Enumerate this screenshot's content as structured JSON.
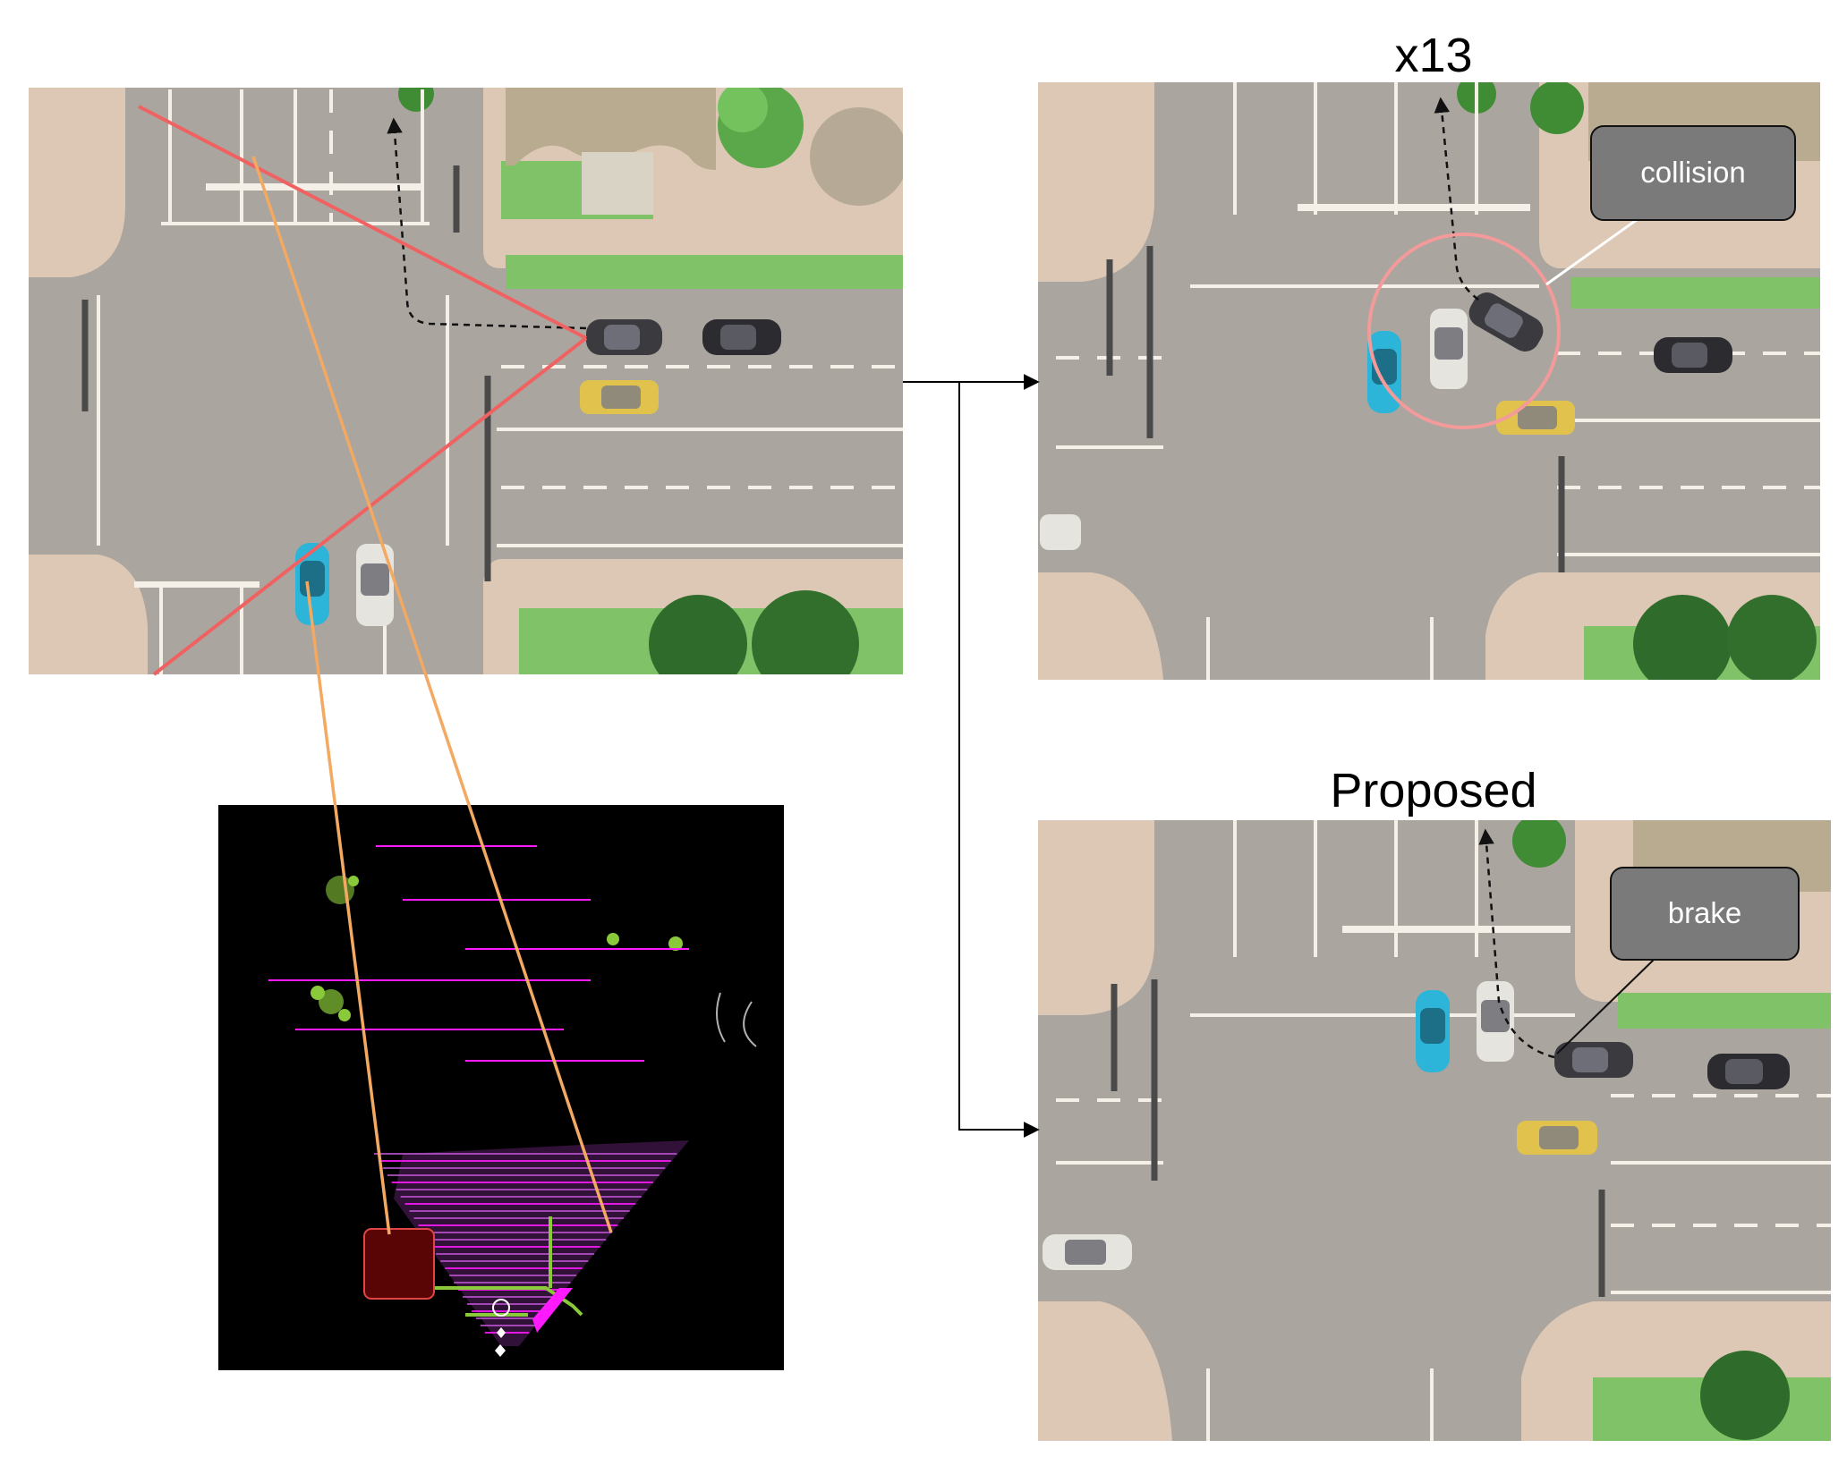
{
  "panels": {
    "top_right": {
      "heading": "x13",
      "callout": "collision"
    },
    "bottom_right": {
      "heading": "Proposed",
      "callout": "brake"
    }
  },
  "colors": {
    "road": "#aaa59e",
    "sidewalk": "#dcc8b4",
    "grass": "#7fc267",
    "tree": "#3f8c34",
    "lane_mark": "#f4f0e8",
    "fov_line": "#f06262",
    "projection_line": "#f4a962",
    "collision_circle": "#f39a9a",
    "callout_fill": "#7a7a7a",
    "lidar_bg": "#000000",
    "lidar_magenta": "#ff1aff",
    "lidar_purple": "#b552c9",
    "lidar_green": "#8ac93a",
    "ego_car": "#3a3a3f",
    "blue_car": "#2cb5d8",
    "white_car": "#e6e4df",
    "yellow_car": "#e1c24c",
    "detection_box": "#7a0a0a"
  }
}
